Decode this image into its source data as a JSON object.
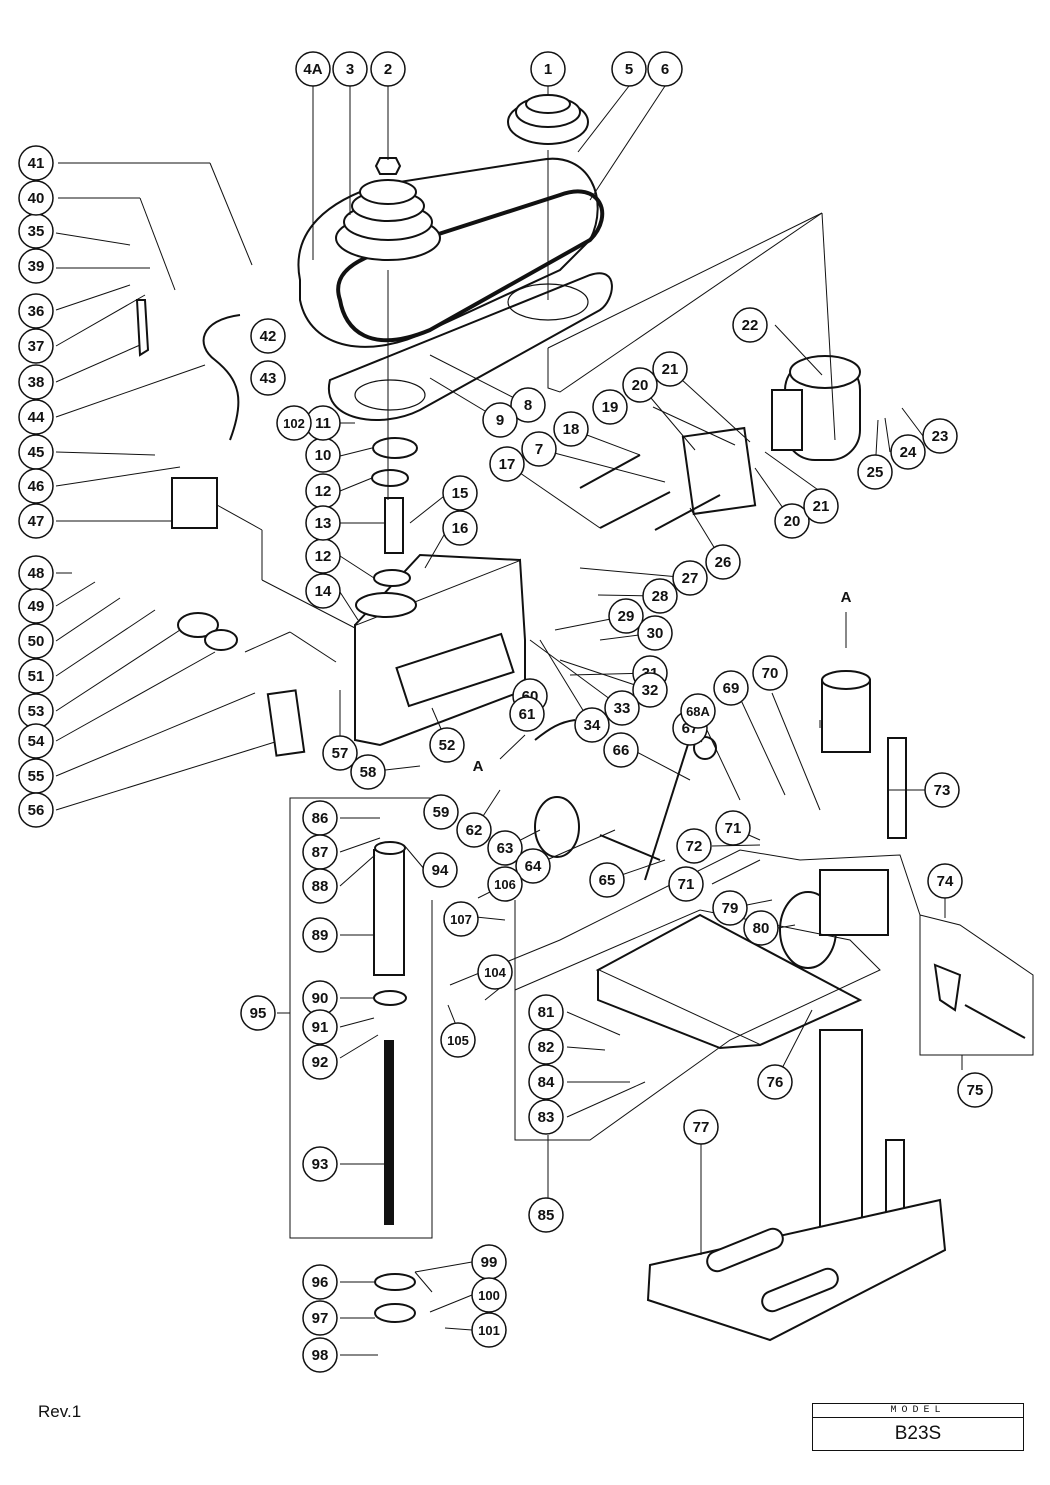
{
  "revision": "Rev.1",
  "model": {
    "caption": "MODEL",
    "value": "B23S"
  },
  "section_marker": "A",
  "callouts": [
    "1",
    "2",
    "3",
    "4A",
    "5",
    "6",
    "7",
    "8",
    "9",
    "10",
    "11",
    "12",
    "13",
    "14",
    "15",
    "16",
    "17",
    "18",
    "19",
    "20",
    "21",
    "22",
    "23",
    "24",
    "25",
    "26",
    "27",
    "28",
    "29",
    "30",
    "31",
    "32",
    "33",
    "34",
    "35",
    "36",
    "37",
    "38",
    "39",
    "40",
    "41",
    "42",
    "43",
    "44",
    "45",
    "46",
    "47",
    "48",
    "49",
    "50",
    "51",
    "52",
    "53",
    "54",
    "55",
    "56",
    "57",
    "58",
    "59",
    "60",
    "61",
    "62",
    "63",
    "64",
    "65",
    "66",
    "67",
    "68A",
    "69",
    "70",
    "71",
    "72",
    "73",
    "74",
    "75",
    "76",
    "77",
    "79",
    "80",
    "81",
    "82",
    "83",
    "84",
    "85",
    "86",
    "87",
    "88",
    "89",
    "90",
    "91",
    "92",
    "93",
    "94",
    "95",
    "96",
    "97",
    "98",
    "99",
    "100",
    "101",
    "102",
    "104",
    "105",
    "106",
    "107"
  ]
}
